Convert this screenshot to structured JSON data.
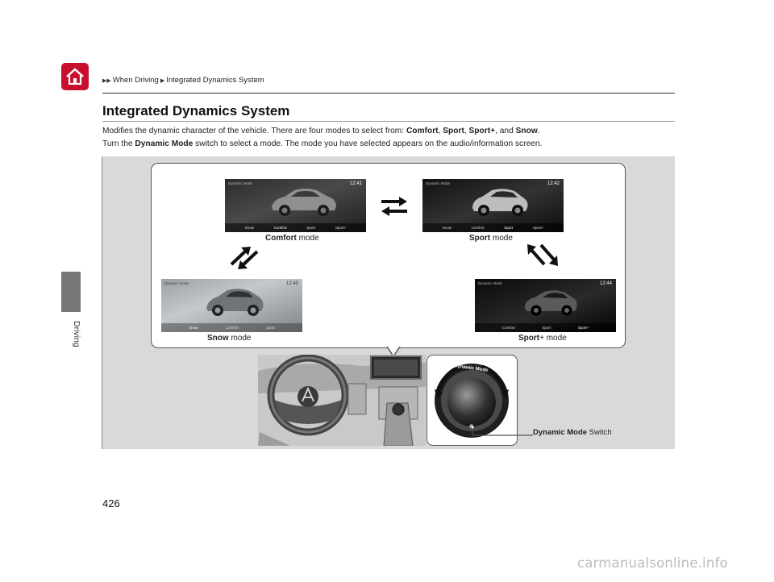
{
  "breadcrumb": [
    "When Driving",
    "Integrated Dynamics System"
  ],
  "section_title": "Integrated Dynamics System",
  "intro": {
    "line1_pre": "Modifies the dynamic character of the vehicle. There are four modes to select from: ",
    "mode1": "Comfort",
    "sep1": ", ",
    "mode2": "Sport",
    "sep2": ", ",
    "mode3": "Sport+",
    "sep3": ", and ",
    "mode4": "Snow",
    "end": ".",
    "line2_pre": "Turn the ",
    "switch_name": "Dynamic Mode",
    "line2_post": " switch to select a mode. The mode you have selected appears on the audio/information screen."
  },
  "side_tab": "Driving",
  "screens": {
    "header": "Dynamic Mode",
    "comfort": {
      "time": "12:41",
      "items": [
        "Snow",
        "Comfort",
        "Sport",
        "Sport+"
      ]
    },
    "sport": {
      "time": "12:42",
      "items": [
        "Snow",
        "Comfort",
        "Sport",
        "Sport+"
      ]
    },
    "snow": {
      "time": "12:40",
      "items": [
        "Snow",
        "Comfort",
        "Sport"
      ]
    },
    "sportplus": {
      "time": "12:44",
      "items": [
        "Comfort",
        "Sport",
        "Sport+"
      ]
    }
  },
  "captions": {
    "comfort_bold": "Comfort",
    "comfort_rest": " mode",
    "sport_bold": "Sport",
    "sport_rest": " mode",
    "snow_bold": "Snow",
    "snow_rest": " mode",
    "sportplus_bold": "Sport",
    "sportplus_rest": "+ mode"
  },
  "dial_label": "Dynamic Mode",
  "callout": {
    "bold": "Dynamic Mode",
    "rest": " Switch"
  },
  "page_number": "426",
  "watermark": "carmanualsonline.info",
  "colors": {
    "home_icon": "#c8102e",
    "figure_bg": "#d9d9d9",
    "side_tab": "#777777"
  }
}
